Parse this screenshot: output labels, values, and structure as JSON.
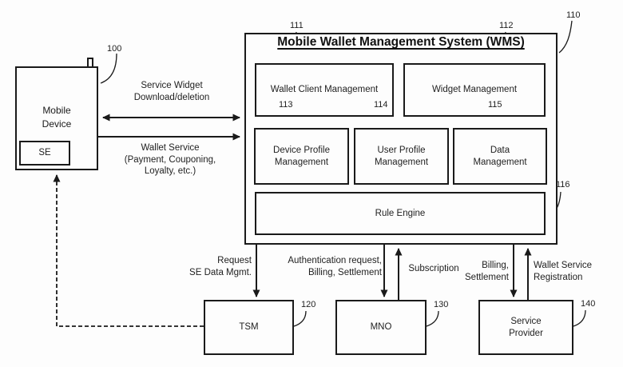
{
  "figure": {
    "title": "Mobile Wallet Management System (WMS)",
    "nodes": {
      "mobile_device": {
        "label": "Mobile\nDevice",
        "ref": "100"
      },
      "se": {
        "label": "SE"
      },
      "wms": {
        "ref": "110"
      },
      "wallet_client_management": {
        "label": "Wallet Client Management",
        "ref": "111"
      },
      "widget_management": {
        "label": "Widget Management",
        "ref": "112"
      },
      "device_profile_management": {
        "label": "Device Profile\nManagement",
        "ref": "113"
      },
      "user_profile_management": {
        "label": "User Profile\nManagement",
        "ref": "114"
      },
      "data_management": {
        "label": "Data\nManagement",
        "ref": "115"
      },
      "rule_engine": {
        "label": "Rule Engine",
        "ref": "116"
      },
      "tsm": {
        "label": "TSM",
        "ref": "120"
      },
      "mno": {
        "label": "MNO",
        "ref": "130"
      },
      "service_provider": {
        "label": "Service\nProvider",
        "ref": "140"
      }
    },
    "edges": {
      "service_widget": "Service Widget\nDownload/deletion",
      "wallet_service": "Wallet Service\n(Payment, Couponing,\nLoyalty, etc.)",
      "request_se_data": "Request\nSE Data Mgmt.",
      "authentication": "Authentication request,\nBilling, Settlement",
      "subscription": "Subscription",
      "billing_settlement": "Billing,\nSettlement",
      "wallet_service_registration": "Wallet Service\nRegistration"
    },
    "colors": {
      "ink": "#1a1a1a",
      "background": "#fdfdfd"
    }
  }
}
